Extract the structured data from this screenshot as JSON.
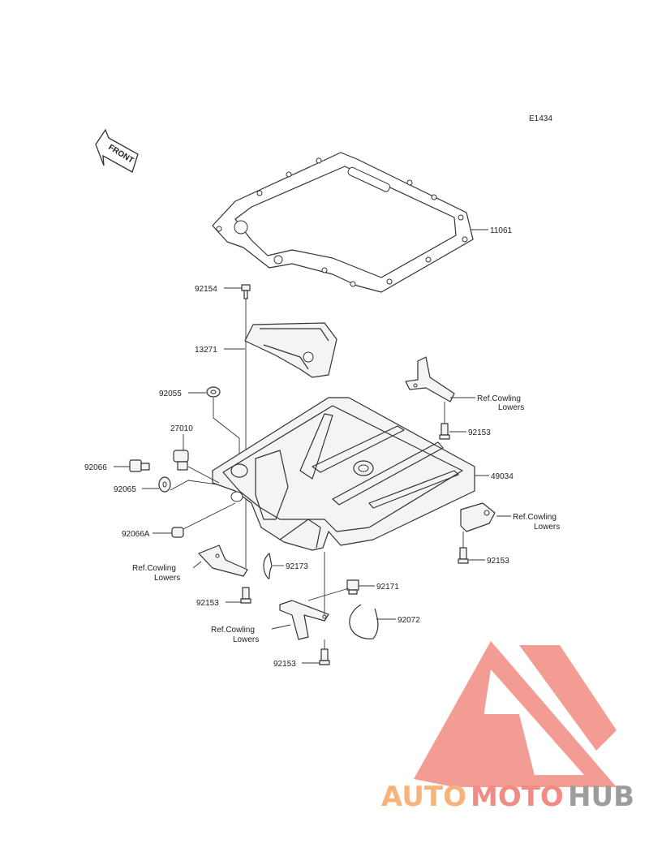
{
  "diagram": {
    "code": "E1434",
    "front_label": "FRONT",
    "labels": [
      {
        "id": "11061",
        "text": "11061"
      },
      {
        "id": "92154",
        "text": "92154"
      },
      {
        "id": "13271",
        "text": "13271"
      },
      {
        "id": "92055",
        "text": "92055"
      },
      {
        "id": "27010",
        "text": "27010"
      },
      {
        "id": "92066",
        "text": "92066"
      },
      {
        "id": "92065",
        "text": "92065"
      },
      {
        "id": "92066A",
        "text": "92066A"
      },
      {
        "id": "92153a",
        "text": "92153"
      },
      {
        "id": "92153b",
        "text": "92153"
      },
      {
        "id": "92153c",
        "text": "92153"
      },
      {
        "id": "92153d",
        "text": "92153"
      },
      {
        "id": "49034",
        "text": "49034"
      },
      {
        "id": "92173",
        "text": "92173"
      },
      {
        "id": "92171",
        "text": "92171"
      },
      {
        "id": "92072",
        "text": "92072"
      }
    ],
    "references": [
      {
        "line1": "Ref.Cowling",
        "line2": "Lowers"
      },
      {
        "line1": "Ref.Cowling",
        "line2": "Lowers"
      },
      {
        "line1": "Ref.Cowling",
        "line2": "Lowers"
      },
      {
        "line1": "Ref.Cowling",
        "line2": "Lowers"
      }
    ]
  },
  "watermark": {
    "part1": "AUTO",
    "part2": "MOTO",
    "part3": "HUB",
    "colors": {
      "auto": "#f7b37a",
      "moto": "#f08c84",
      "hub": "#9c9c9c",
      "logo": "#f28b82"
    }
  }
}
